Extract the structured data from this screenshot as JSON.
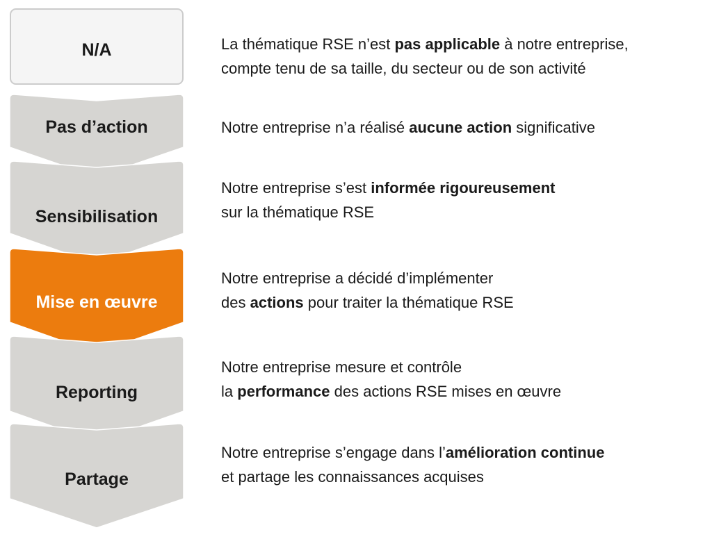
{
  "colors": {
    "box_fill": "#f5f5f5",
    "box_border": "#cccccc",
    "chevron_fill": "#d6d5d2",
    "active_fill": "#ec7c0e"
  },
  "steps": [
    {
      "label": "N/A",
      "desc_lines": [
        [
          {
            "t": "La thématique RSE n’est "
          },
          {
            "t": "pas applicable",
            "b": true
          },
          {
            "t": " à notre entreprise,"
          }
        ],
        [
          {
            "t": "compte tenu de sa taille, du secteur ou de son activité"
          }
        ]
      ]
    },
    {
      "label": "Pas d’action",
      "desc_lines": [
        [
          {
            "t": "Notre entreprise n’a réalisé "
          },
          {
            "t": "aucune action",
            "b": true
          },
          {
            "t": " significative"
          }
        ]
      ]
    },
    {
      "label": "Sensibilisation",
      "desc_lines": [
        [
          {
            "t": "Notre entreprise s’est "
          },
          {
            "t": "informée rigoureusement",
            "b": true
          }
        ],
        [
          {
            "t": "sur la thématique RSE"
          }
        ]
      ]
    },
    {
      "label": "Mise en œuvre",
      "active": true,
      "desc_lines": [
        [
          {
            "t": "Notre entreprise a décidé d’implémenter"
          }
        ],
        [
          {
            "t": "des "
          },
          {
            "t": "actions",
            "b": true
          },
          {
            "t": " pour traiter la thématique RSE"
          }
        ]
      ]
    },
    {
      "label": "Reporting",
      "desc_lines": [
        [
          {
            "t": "Notre entreprise mesure et contrôle"
          }
        ],
        [
          {
            "t": "la "
          },
          {
            "t": "performance",
            "b": true
          },
          {
            "t": " des actions RSE mises en œuvre"
          }
        ]
      ]
    },
    {
      "label": "Partage",
      "desc_lines": [
        [
          {
            "t": "Notre entreprise s’engage dans l’"
          },
          {
            "t": "amélioration continue",
            "b": true
          }
        ],
        [
          {
            "t": "et partage les connaissances acquises"
          }
        ]
      ]
    }
  ]
}
